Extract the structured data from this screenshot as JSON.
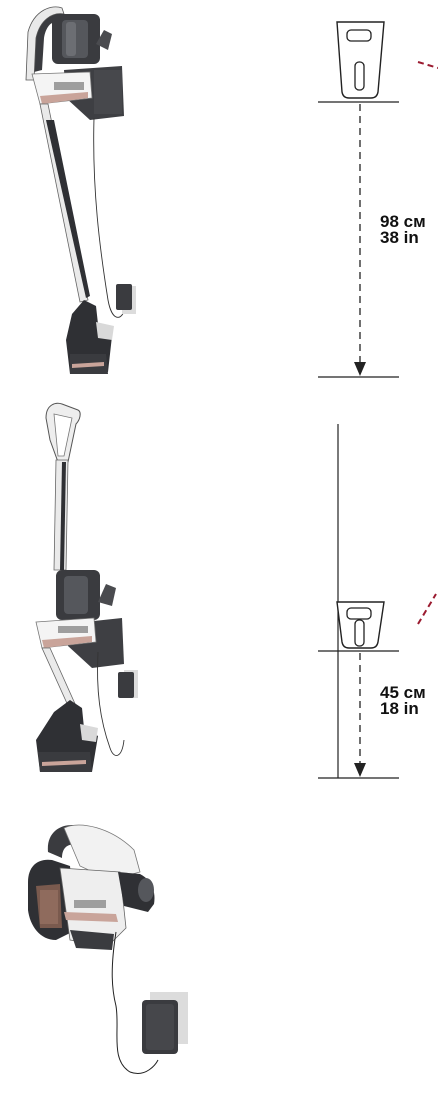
{
  "panels": [
    {
      "id": "wall-mount-high",
      "measure_cm": "98 см",
      "measure_in": "38 in",
      "device": "stick vacuum in wall bracket",
      "icons": [
        "wall-bracket-icon",
        "drill-angle-icon",
        "height-arrow-icon"
      ]
    },
    {
      "id": "wall-mount-low",
      "measure_cm": "45 см",
      "measure_in": "18 in",
      "device": "stick vacuum in wall bracket (long tube)",
      "icons": [
        "wall-bracket-icon",
        "drill-angle-icon",
        "height-arrow-icon"
      ]
    },
    {
      "id": "handheld-charging",
      "device": "handheld vacuum with charger",
      "icons": [
        "charger-icon"
      ]
    }
  ],
  "colors": {
    "product_dark": "#3a3b3f",
    "product_light": "#eeeeee",
    "accent_rose": "#c9a49a",
    "drill_red": "#9b1b30",
    "line": "#222222"
  }
}
